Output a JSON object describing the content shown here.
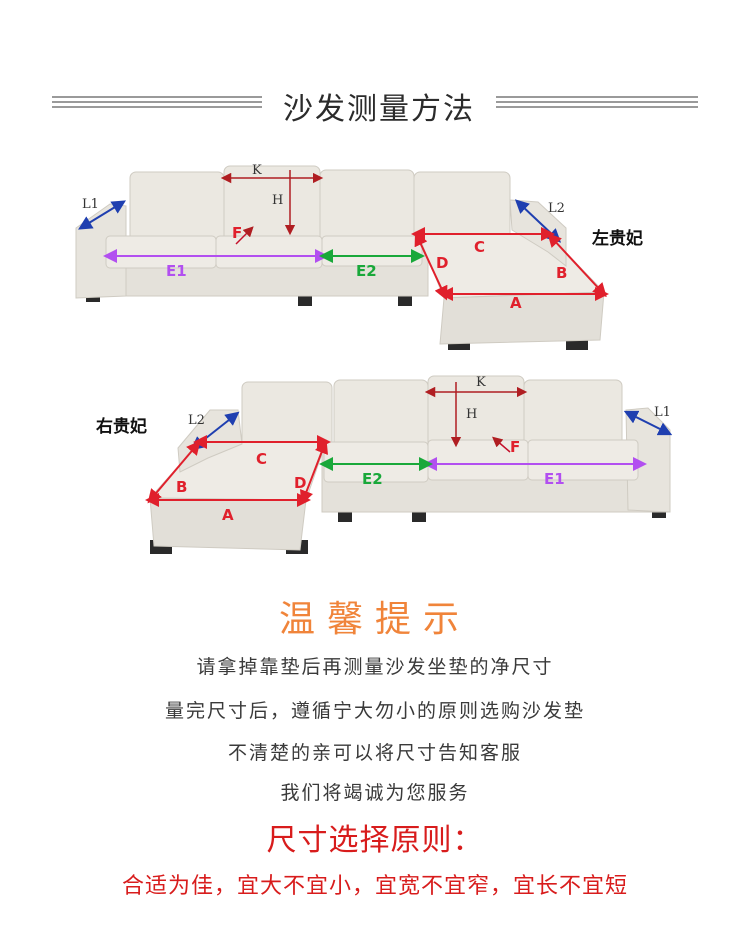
{
  "header": {
    "title": "沙发测量方法"
  },
  "diagram": {
    "left_label": "左贵妃",
    "right_label": "右贵妃",
    "labels": {
      "K": "K",
      "H": "H",
      "F": "F",
      "E1": "E1",
      "E2": "E2",
      "A": "A",
      "B": "B",
      "C": "C",
      "D": "D",
      "L1": "L1",
      "L2": "L2"
    },
    "colors": {
      "E1": "#b24ff0",
      "E2": "#19a83a",
      "ABCD": "#e0202c",
      "L": "#1f3fb0",
      "KH": "#b01e22",
      "F": "#c4102a"
    }
  },
  "tips": {
    "heading": "温馨提示",
    "lines": [
      "请拿掉靠垫后再测量沙发坐垫的净尺寸",
      "量完尺寸后，遵循宁大勿小的原则选购沙发垫",
      "不清楚的亲可以将尺寸告知客服",
      "我们将竭诚为您服务"
    ]
  },
  "rule": {
    "title": "尺寸选择原则：",
    "text": "合适为佳，宜大不宜小，宜宽不宜窄，宜长不宜短"
  }
}
